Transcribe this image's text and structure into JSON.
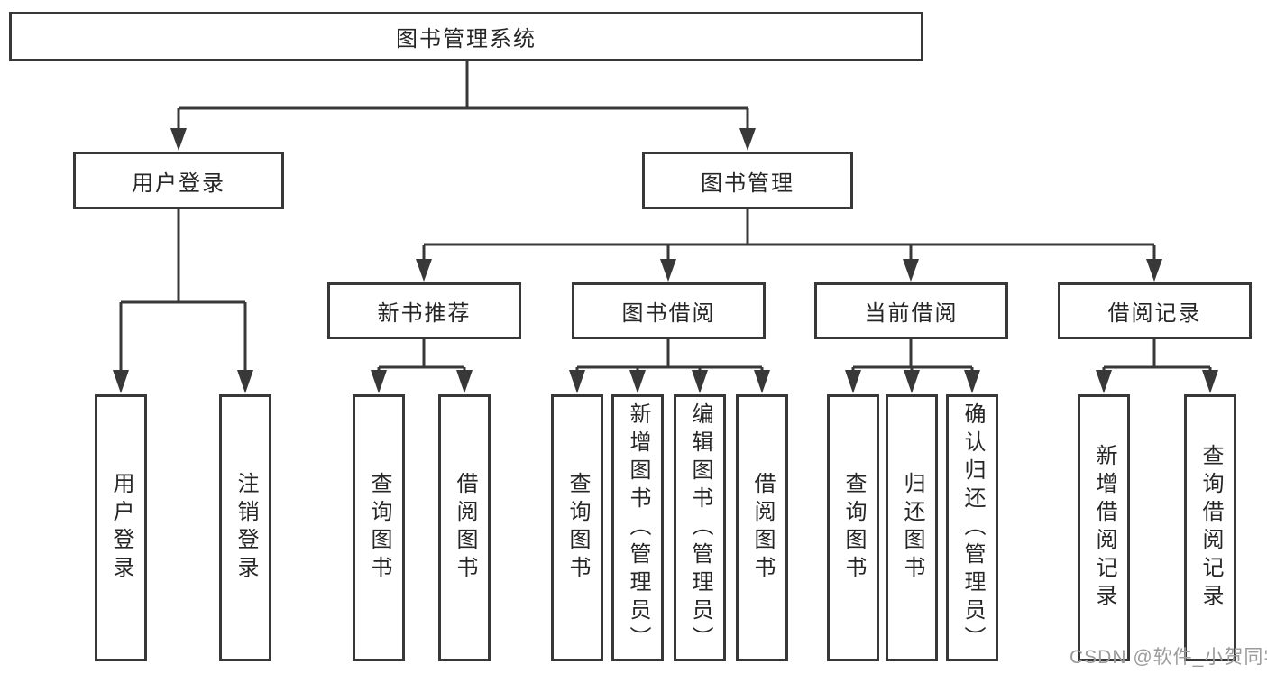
{
  "tree": {
    "root": "图书管理系统",
    "branches": [
      {
        "label": "用户登录",
        "children": [
          "用户登录",
          "注销登录"
        ]
      },
      {
        "label": "图书管理",
        "groups": [
          {
            "label": "新书推荐",
            "children": [
              "查询图书",
              "借阅图书"
            ]
          },
          {
            "label": "图书借阅",
            "children": [
              "查询图书",
              "新增图书（管理员）",
              "编辑图书（管理员）",
              "借阅图书"
            ]
          },
          {
            "label": "当前借阅",
            "children": [
              "查询图书",
              "归还图书",
              "确认归还（管理员）"
            ]
          },
          {
            "label": "借阅记录",
            "children": [
              "新增借阅记录",
              "查询借阅记录"
            ]
          }
        ]
      }
    ]
  },
  "watermark": "CSDN @软件_小贺同学",
  "colors": {
    "line": "#383838",
    "text": "#262626",
    "watermark": "#9b9b9b",
    "background": "#ffffff"
  }
}
